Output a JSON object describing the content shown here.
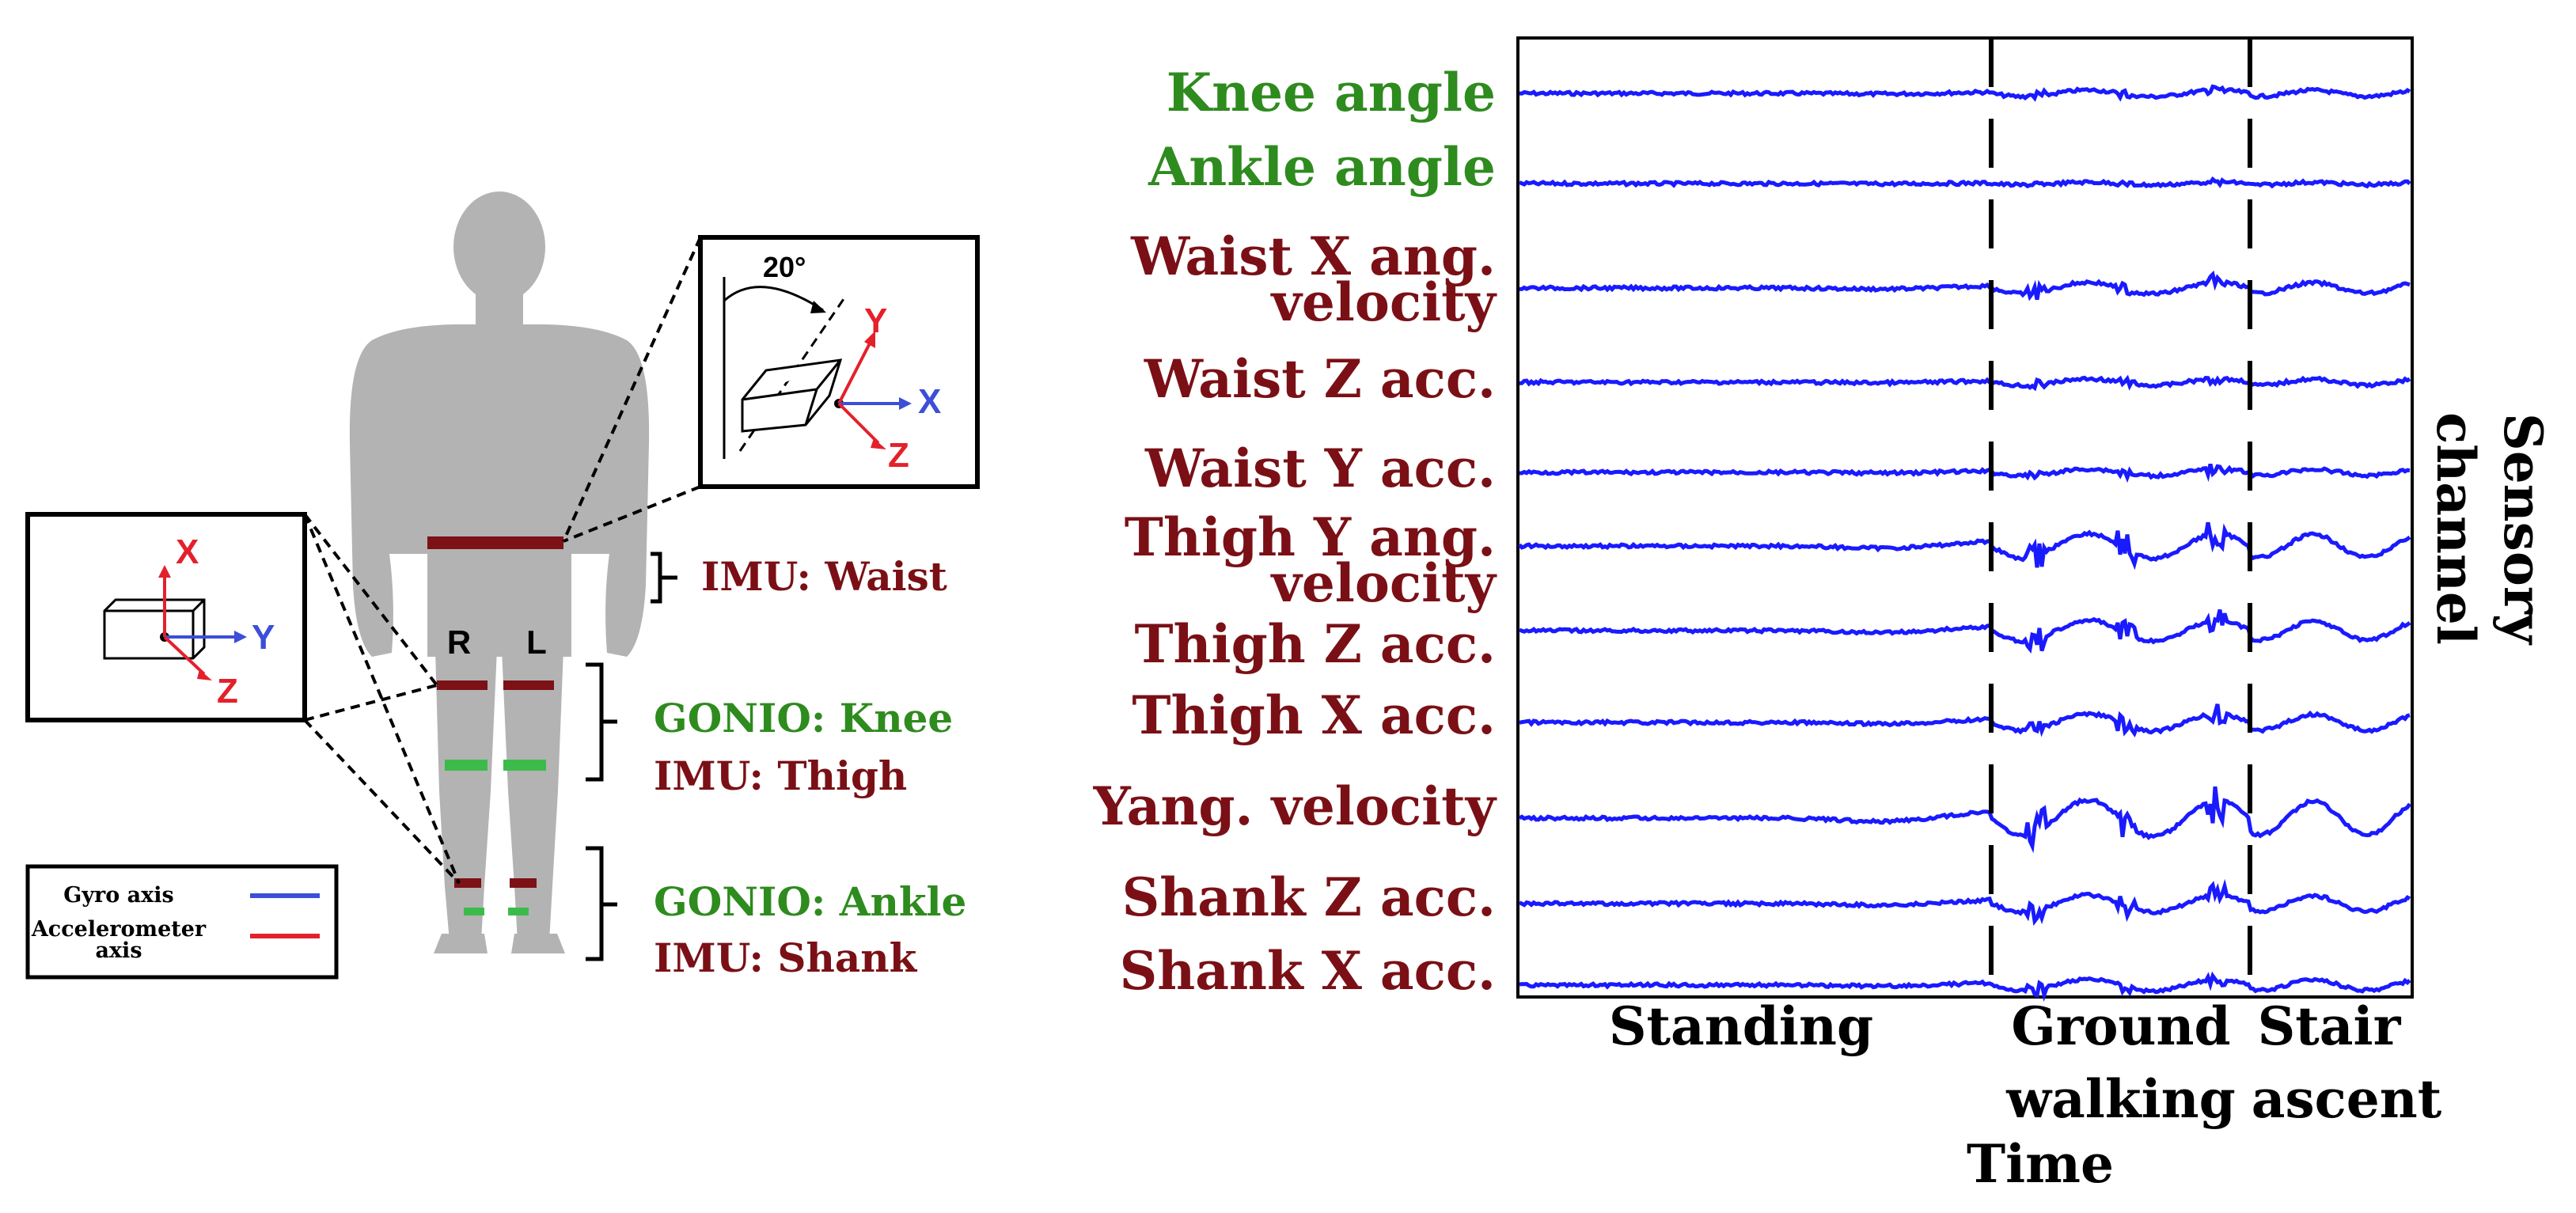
{
  "colors": {
    "green": "#2e8b1e",
    "maroon": "#7a1016",
    "signal": "#1a1aff",
    "gyro": "#3b4fd8",
    "accel": "#e3212b",
    "band_maroon": "#7c1116",
    "band_green": "#3dbb4a",
    "body": "#b3b3b3"
  },
  "body": {
    "right_label": "R",
    "left_label": "L"
  },
  "sensors": {
    "waist": {
      "prefix": "IMU: Waist"
    },
    "knee": {
      "gonio": "GONIO: Knee",
      "imu": "IMU: Thigh"
    },
    "ankle": {
      "gonio": "GONIO: Ankle",
      "imu": "IMU: Shank"
    }
  },
  "inset_left": {
    "x_axis": "X",
    "y_axis": "Y",
    "z_axis": "Z"
  },
  "inset_right": {
    "angle": "20°",
    "x_axis": "X",
    "y_axis": "Y",
    "z_axis": "Z"
  },
  "legend": {
    "gyro": "Gyro axis",
    "accel_line1": "Accelerometer",
    "accel_line2": "axis"
  },
  "chart": {
    "yaxis_title_line1": "Sensory",
    "yaxis_title_line2": "channel",
    "xaxis_title": "Time",
    "phases": [
      {
        "line1": "Standing",
        "line2": ""
      },
      {
        "line1": "Ground",
        "line2": "walking"
      },
      {
        "line1": "Stair",
        "line2": "ascent"
      }
    ],
    "channels": [
      {
        "line1": "Knee angle",
        "line2": "",
        "color": "green"
      },
      {
        "line1": "Ankle angle",
        "line2": "",
        "color": "green"
      },
      {
        "line1": "Waist X ang.",
        "line2": "velocity",
        "color": "maroon"
      },
      {
        "line1": "Waist Z acc.",
        "line2": "",
        "color": "maroon"
      },
      {
        "line1": "Waist Y acc.",
        "line2": "",
        "color": "maroon"
      },
      {
        "line1": "Thigh Y ang.",
        "line2": "velocity",
        "color": "maroon"
      },
      {
        "line1": "Thigh Z acc.",
        "line2": "",
        "color": "maroon"
      },
      {
        "line1": "Thigh X acc.",
        "line2": "",
        "color": "maroon"
      },
      {
        "line1": "Yang. velocity",
        "line2": "",
        "color": "maroon"
      },
      {
        "line1": "Shank Z acc.",
        "line2": "",
        "color": "maroon"
      },
      {
        "line1": "Shank X acc.",
        "line2": "",
        "color": "maroon"
      }
    ]
  }
}
